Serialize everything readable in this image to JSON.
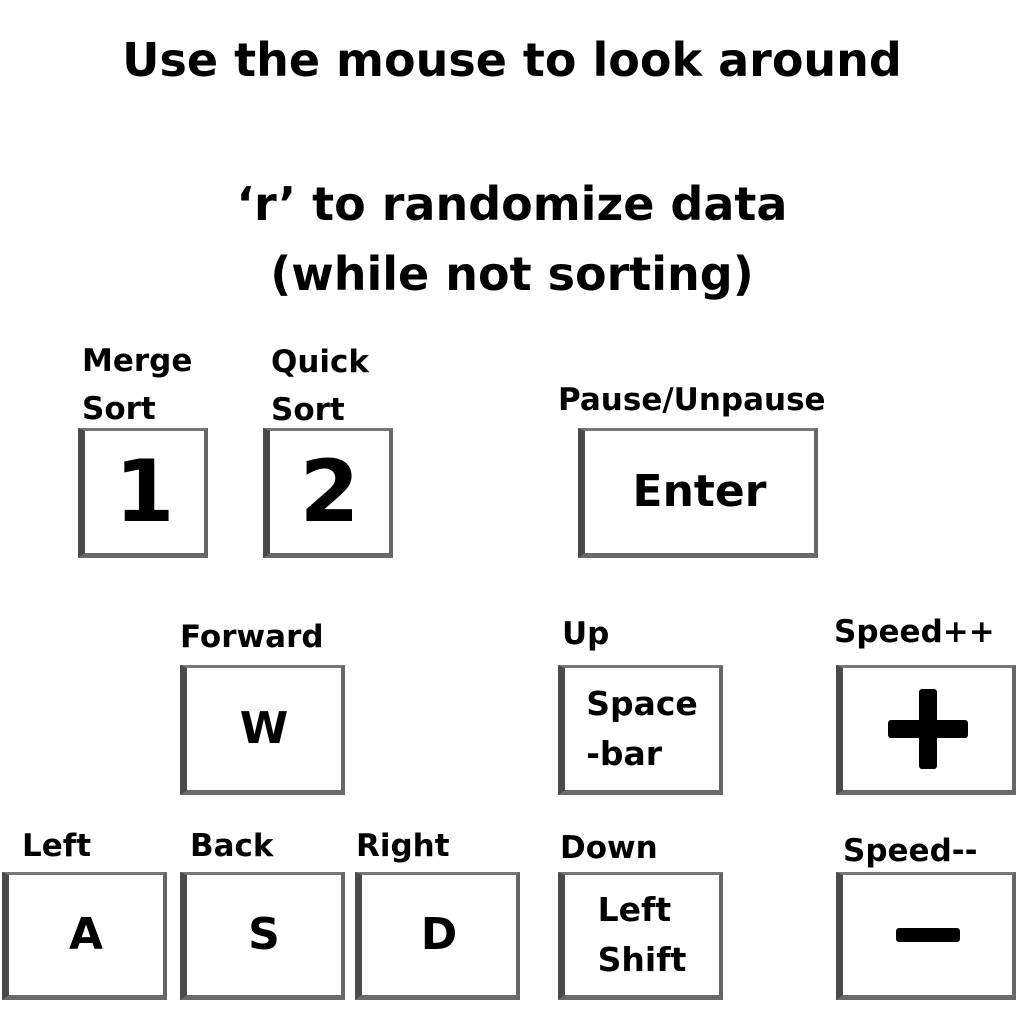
{
  "instructions": {
    "mouse": "Use the mouse to look around",
    "randomize_line1": "‘r’ to randomize data",
    "randomize_line2": "(while not sorting)"
  },
  "keys": {
    "merge_sort": {
      "label_line1": "Merge",
      "label_line2": "Sort",
      "key": "1"
    },
    "quick_sort": {
      "label_line1": "Quick",
      "label_line2": "Sort",
      "key": "2"
    },
    "pause": {
      "label": "Pause/Unpause",
      "key": "Enter"
    },
    "forward": {
      "label": "Forward",
      "key": "W"
    },
    "up": {
      "label": "Up",
      "key_line1": "Space",
      "key_line2": "-bar"
    },
    "speed_up": {
      "label": "Speed++",
      "icon": "plus-icon"
    },
    "left": {
      "label": "Left",
      "key": "A"
    },
    "back": {
      "label": "Back",
      "key": "S"
    },
    "right": {
      "label": "Right",
      "key": "D"
    },
    "down": {
      "label": "Down",
      "key_line1": "Left",
      "key_line2": "Shift"
    },
    "speed_down": {
      "label": "Speed--",
      "icon": "minus-icon"
    }
  }
}
